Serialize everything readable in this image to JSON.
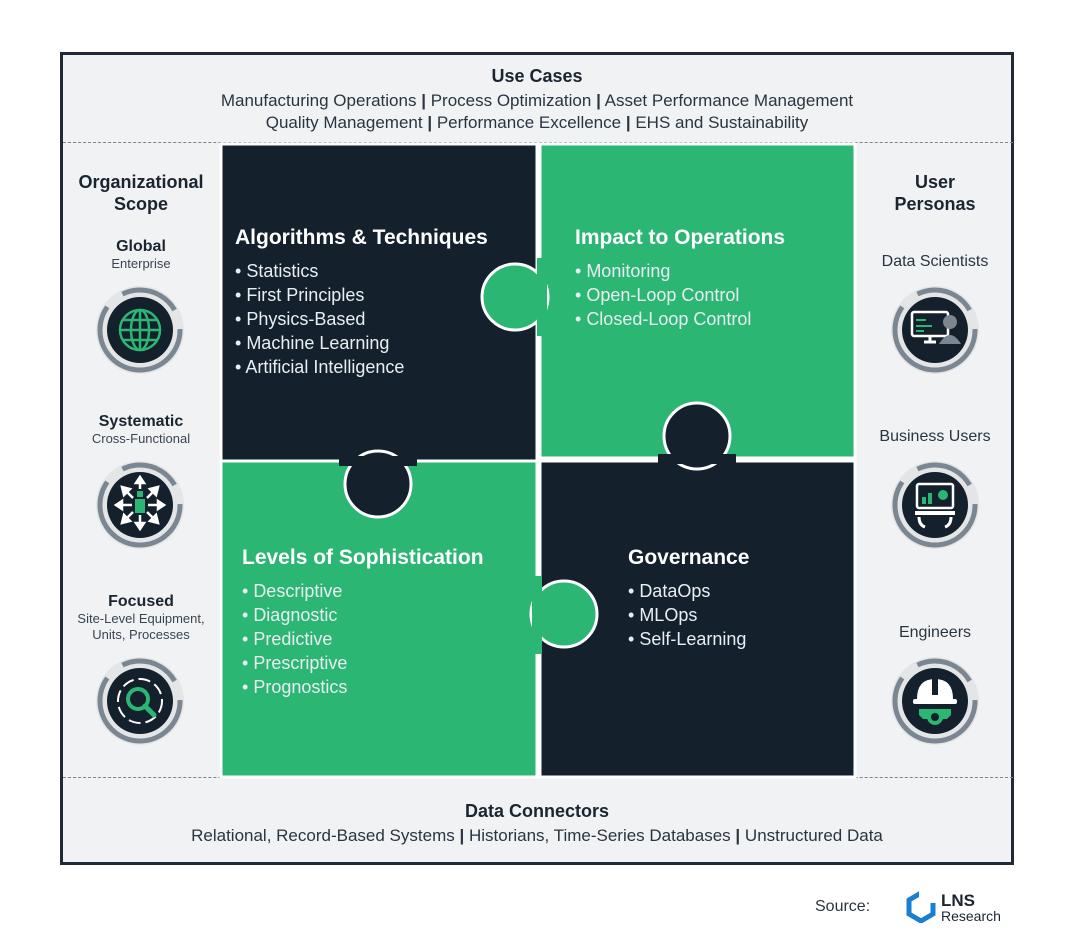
{
  "use_cases": {
    "title": "Use Cases",
    "line1": [
      "Manufacturing Operations",
      "Process Optimization",
      "Asset Performance Management"
    ],
    "line2": [
      "Quality Management",
      "Performance Excellence",
      "EHS and Sustainability"
    ]
  },
  "data_connectors": {
    "title": "Data Connectors",
    "line1": [
      "Relational, Record-Based Systems",
      "Historians, Time-Series Databases",
      "Unstructured Data"
    ]
  },
  "separator": "|",
  "org_scope": {
    "title_line1": "Organizational",
    "title_line2": "Scope",
    "levels": [
      {
        "title": "Global",
        "sub1": "Enterprise",
        "sub2": "",
        "icon": "globe-icon"
      },
      {
        "title": "Systematic",
        "sub1": "Cross-Functional",
        "sub2": "",
        "icon": "network-arrows-icon"
      },
      {
        "title": "Focused",
        "sub1": "Site-Level Equipment,",
        "sub2": "Units, Processes",
        "icon": "magnifier-target-icon"
      }
    ]
  },
  "user_personas": {
    "title_line1": "User",
    "title_line2": "Personas",
    "items": [
      {
        "label": "Data Scientists",
        "icon": "data-scientist-icon"
      },
      {
        "label": "Business Users",
        "icon": "business-user-icon"
      },
      {
        "label": "Engineers",
        "icon": "engineer-hardhat-icon"
      }
    ]
  },
  "quadrants": {
    "algorithms": {
      "title": "Algorithms & Techniques",
      "items": [
        "Statistics",
        "First Principles",
        "Physics-Based",
        "Machine Learning",
        "Artificial Intelligence"
      ]
    },
    "impact": {
      "title": "Impact to Operations",
      "items": [
        "Monitoring",
        "Open-Loop Control",
        "Closed-Loop Control"
      ]
    },
    "sophistication": {
      "title": "Levels of Sophistication",
      "items": [
        "Descriptive",
        "Diagnostic",
        "Predictive",
        "Prescriptive",
        "Prognostics"
      ]
    },
    "governance": {
      "title": "Governance",
      "items": [
        "DataOps",
        "MLOps",
        "Self-Learning"
      ]
    }
  },
  "colors": {
    "dark": "#14202c",
    "green": "#2bb673",
    "frame": "#1f2a36",
    "panel": "#f1f2f3"
  },
  "source": {
    "label": "Source:",
    "logo_line1": "LNS",
    "logo_line2": "Research"
  }
}
